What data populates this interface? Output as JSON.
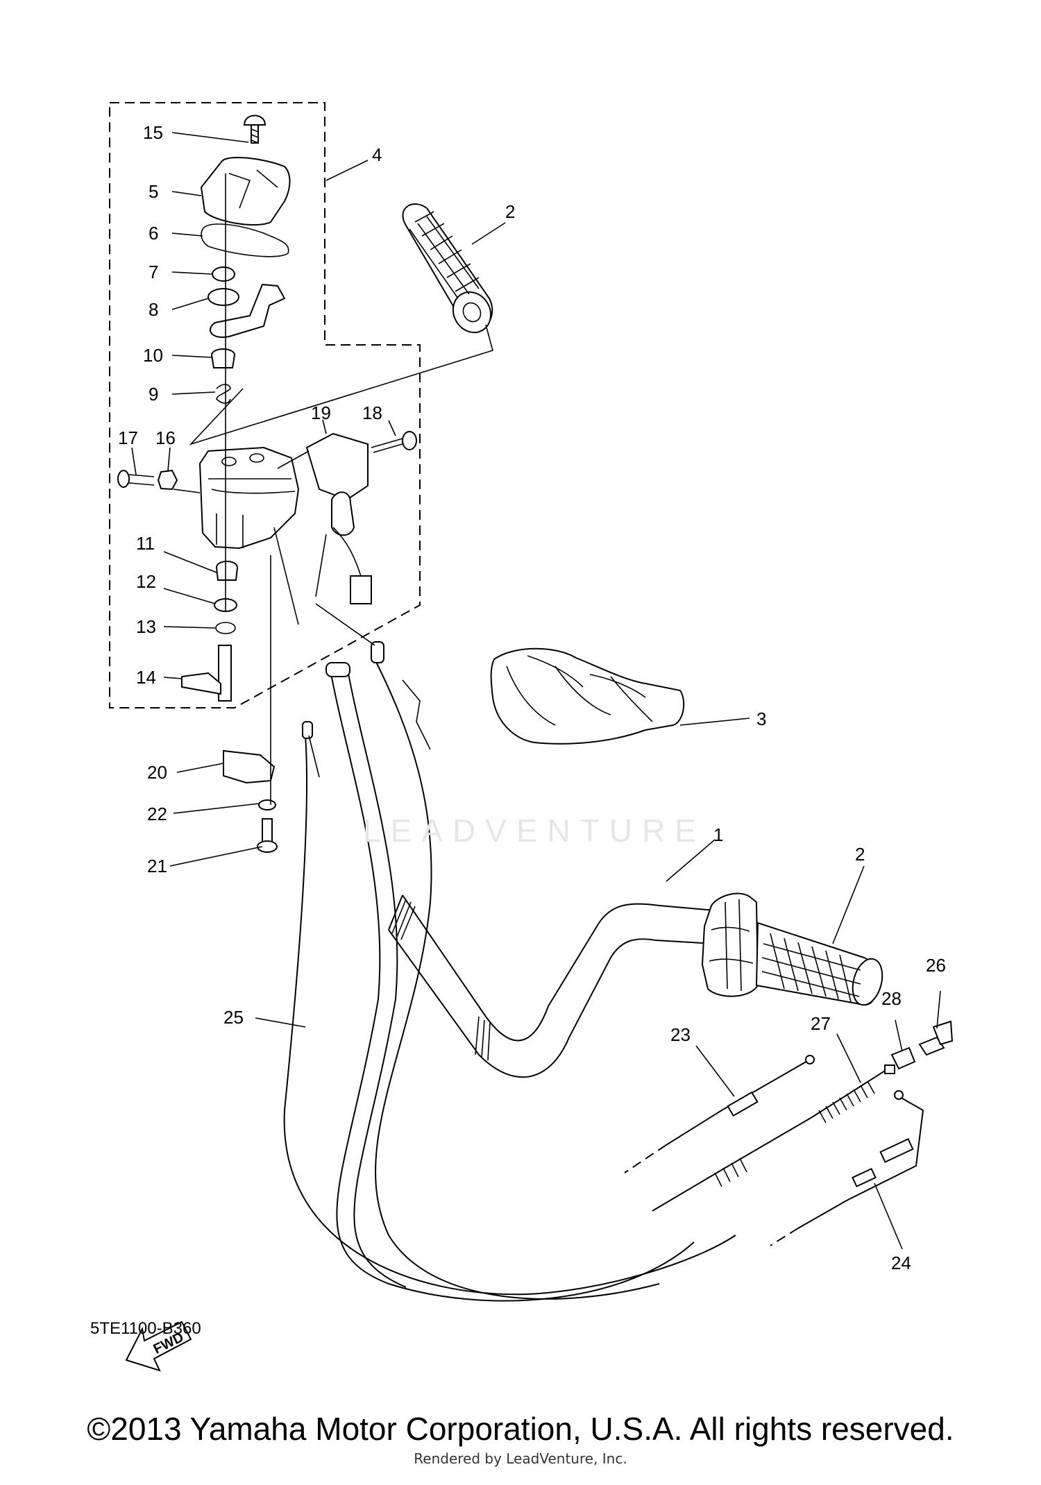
{
  "diagram": {
    "code": "5TE1100-B360",
    "fwd_label": "FWD",
    "copyright": "©2013 Yamaha Motor Corporation, U.S.A. All rights reserved.",
    "rendered_by": "Rendered by LeadVenture, Inc.",
    "watermark": "LEADVENTURE",
    "callouts": {
      "c1": "1",
      "c2a": "2",
      "c2b": "2",
      "c3": "3",
      "c4": "4",
      "c5": "5",
      "c6": "6",
      "c7": "7",
      "c8": "8",
      "c9": "9",
      "c10": "10",
      "c11": "11",
      "c12": "12",
      "c13": "13",
      "c14": "14",
      "c15": "15",
      "c16": "16",
      "c17": "17",
      "c18": "18",
      "c19": "19",
      "c20": "20",
      "c21": "21",
      "c22": "22",
      "c23": "23",
      "c24": "24",
      "c25": "25",
      "c26": "26",
      "c27": "27",
      "c28": "28"
    }
  }
}
